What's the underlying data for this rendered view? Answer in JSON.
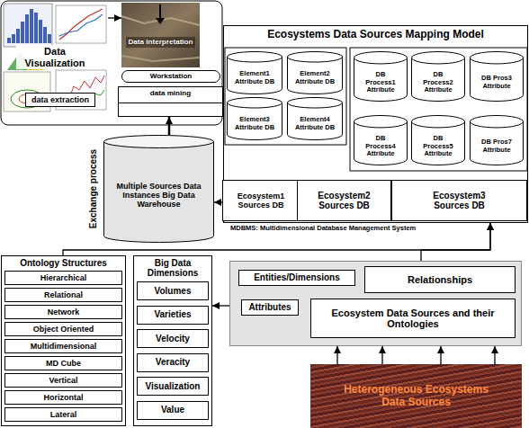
{
  "diagram": {
    "nodes": [
      {
        "text": [
          "Data Visualization"
        ]
      },
      {
        "text": [
          "data extraction"
        ],
        "in": 0
      },
      {
        "text": [
          "Data Interpretation"
        ]
      },
      {
        "text": [
          "Workstation"
        ]
      },
      {
        "text": [
          "data mining"
        ]
      },
      {
        "text": [
          "Multiple Sources Data Instances Big Data Warehouse"
        ]
      },
      {
        "text": [
          "Ecosystems Data Sources Mapping Model"
        ]
      },
      {
        "text": [
          "Element1 Attribute DB"
        ],
        "in": 6
      },
      {
        "text": [
          "Element2 Attribute DB"
        ],
        "in": 6
      },
      {
        "text": [
          "Element3 Attribute DB"
        ],
        "in": 6
      },
      {
        "text": [
          "Element4 Attribute DB"
        ],
        "in": 6
      },
      {
        "text": [
          "DB Process1 Attribute"
        ],
        "in": 6
      },
      {
        "text": [
          "DB Process2 Attribute"
        ],
        "in": 6
      },
      {
        "text": [
          "DB Pros3 Attribute"
        ],
        "in": 6
      },
      {
        "text": [
          "DB Process4 Attribute"
        ],
        "in": 6
      },
      {
        "text": [
          "DB Process5 Attribute"
        ],
        "in": 6
      },
      {
        "text": [
          "DB Pros7 Attribute"
        ],
        "in": 6
      },
      {
        "text": [
          "Ecosystem1 Sources DB"
        ],
        "in": 6
      },
      {
        "text": [
          "Ecosystem2 Sources DB"
        ],
        "in": 6
      },
      {
        "text": [
          "Ecosystem3 Sources DB"
        ],
        "in": 6
      },
      {
        "text": [
          "Ontology Structures"
        ]
      },
      {
        "text": [
          "Hierarchical"
        ],
        "in": 20
      },
      {
        "text": [
          "Relational"
        ],
        "in": 20
      },
      {
        "text": [
          "Network"
        ],
        "in": 20
      },
      {
        "text": [
          "Object Oriented"
        ],
        "in": 20
      },
      {
        "text": [
          "Multidimensional"
        ],
        "in": 20
      },
      {
        "text": [
          "MD Cube"
        ],
        "in": 20
      },
      {
        "text": [
          "Vertical"
        ],
        "in": 20
      },
      {
        "text": [
          "Horizontal"
        ],
        "in": 20
      },
      {
        "text": [
          "Lateral"
        ],
        "in": 20
      },
      {
        "text": [
          "Big Data Dimensions"
        ]
      },
      {
        "text": [
          "Volumes"
        ],
        "in": 30
      },
      {
        "text": [
          "Varieties"
        ],
        "in": 30
      },
      {
        "text": [
          "Velocity"
        ],
        "in": 30
      },
      {
        "text": [
          "Veracity"
        ],
        "in": 30
      },
      {
        "text": [
          "Visualization"
        ],
        "in": 30
      },
      {
        "text": [
          "Value"
        ],
        "in": 30
      },
      {
        "text": []
      },
      {
        "text": [
          "Entities/Dimensions"
        ],
        "in": 37
      },
      {
        "text": [
          "Relationships"
        ],
        "in": 37
      },
      {
        "text": [
          "Attributes"
        ],
        "in": 37
      },
      {
        "text": [
          "Ecosystem Data Sources and their Ontologies"
        ],
        "in": 37
      },
      {
        "text": [
          "Heterogeneous Ecosystems Data Sources"
        ]
      }
    ],
    "edges": [
      {
        "from": 0,
        "to": 2,
        "arrow": "to"
      },
      {
        "from": 5,
        "to": 4,
        "arrow": "to"
      },
      {
        "from": 17,
        "to": 5,
        "arrow": "to"
      },
      {
        "from": 37,
        "to": 30,
        "arrow": "to"
      },
      {
        "from": 42,
        "to": 37,
        "arrow": "to"
      },
      {
        "from": 42,
        "to": 37,
        "arrow": "to"
      },
      {
        "from": 42,
        "to": 37,
        "arrow": "to"
      },
      {
        "from": 42,
        "to": 37,
        "arrow": "to"
      },
      {
        "from": 20,
        "to": 6,
        "arrow": "to"
      },
      {
        "from": 37,
        "to": 6,
        "arrow": "to"
      }
    ],
    "labels": [
      "Exchange process",
      "MDBMS: Multidimensional Database Management System"
    ]
  }
}
